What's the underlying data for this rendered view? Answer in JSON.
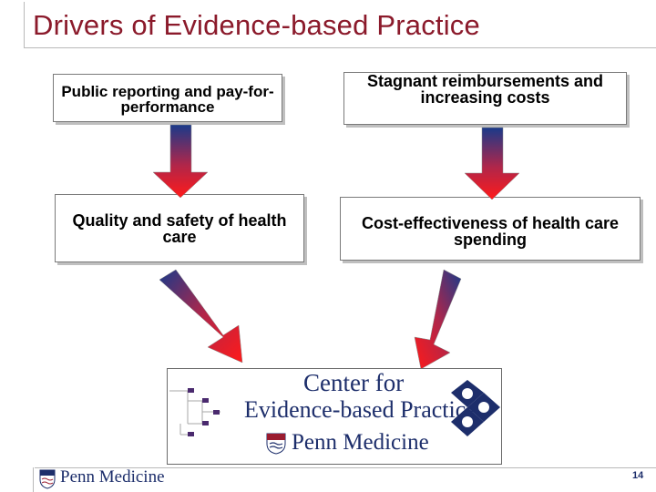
{
  "slide": {
    "title": "Drivers of Evidence-based Practice",
    "page_number": "14"
  },
  "boxes": {
    "public_reporting": "Public reporting and pay-for-performance",
    "stagnant": "Stagnant reimbursements and increasing costs",
    "quality": "Quality and safety of health care",
    "cost_effectiveness": "Cost-effectiveness of health care spending"
  },
  "logo": {
    "line1": "Center for",
    "line2": "Evidence-based Practice",
    "line3": "Penn Medicine"
  },
  "footer": {
    "brand": "Penn Medicine"
  },
  "colors": {
    "title": "#8b1a2b",
    "arrow_top": "#1a3a8a",
    "arrow_bottom": "#ee1a1a",
    "brand_blue": "#1d2e6b"
  }
}
